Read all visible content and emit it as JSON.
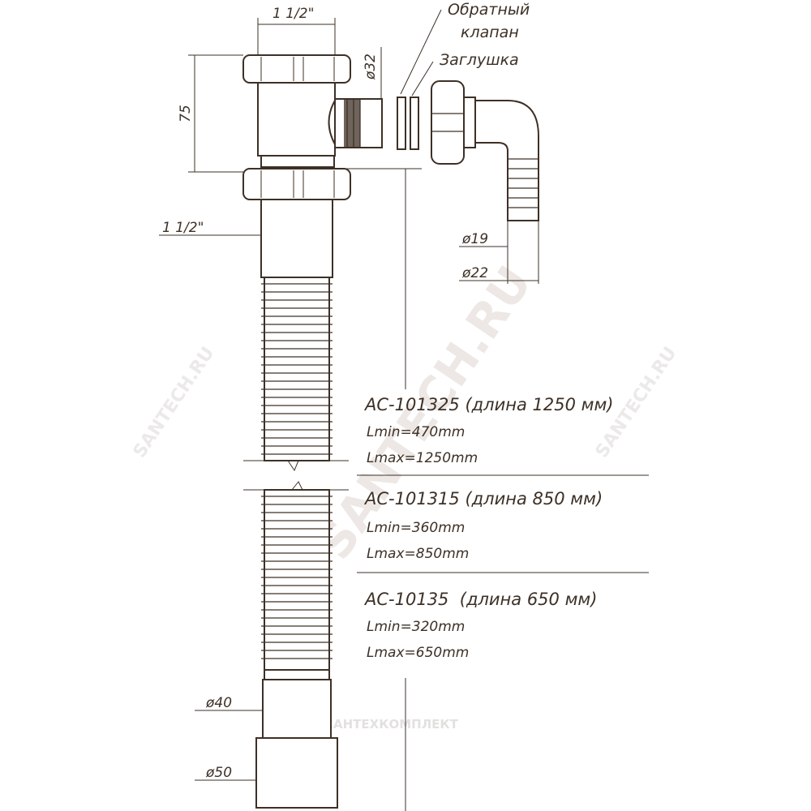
{
  "dimensions": {
    "top_thread": "1 1/2\"",
    "height": "75",
    "side_diameter": "ø32",
    "lower_thread": "1 1/2\"",
    "elbow_inner": "ø19",
    "elbow_outer": "ø22",
    "bottom_inner": "ø40",
    "bottom_outer": "ø50"
  },
  "labels": {
    "check_valve_line1": "Обратный",
    "check_valve_line2": "клапан",
    "plug": "Заглушка"
  },
  "models": [
    {
      "name": "AC-101325 (длина 1250 мм)",
      "lmin": "Lmin=470mm",
      "lmax": "Lmax=1250mm"
    },
    {
      "name": "AC-101315 (длина 850 мм)",
      "lmin": "Lmin=360mm",
      "lmax": "Lmax=850mm"
    },
    {
      "name": "AC-10135  (длина 650 мм)",
      "lmin": "Lmin=320mm",
      "lmax": "Lmax=650mm"
    }
  ],
  "watermarks": {
    "main": "SANTECH.RU",
    "side_left": "SANTECH.RU",
    "side_right": "SANTECH.RU",
    "brand": "САНТЕХКОМПЛЕКТ"
  },
  "colors": {
    "ink": "#3d3026",
    "watermark": "#ede8e5"
  }
}
